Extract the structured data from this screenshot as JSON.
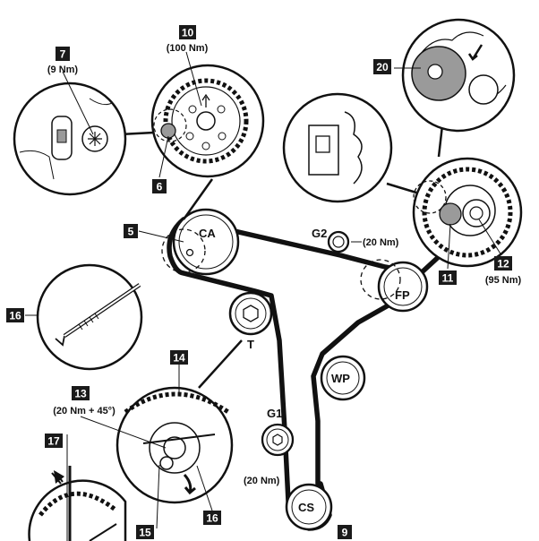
{
  "callouts": [
    {
      "id": "c7",
      "number": "7",
      "torque": "(9 Nm)"
    },
    {
      "id": "c10",
      "number": "10",
      "torque": "(100 Nm)"
    },
    {
      "id": "c20",
      "number": "20",
      "torque": ""
    },
    {
      "id": "c6",
      "number": "6",
      "torque": ""
    },
    {
      "id": "c5",
      "number": "5",
      "torque": ""
    },
    {
      "id": "c16a",
      "number": "16",
      "torque": ""
    },
    {
      "id": "c11",
      "number": "11",
      "torque": ""
    },
    {
      "id": "c12",
      "number": "12",
      "torque": "(95 Nm)"
    },
    {
      "id": "c14",
      "number": "14",
      "torque": ""
    },
    {
      "id": "c13",
      "number": "13",
      "torque": "(20 Nm + 45°)"
    },
    {
      "id": "c17",
      "number": "17",
      "torque": ""
    },
    {
      "id": "c15",
      "number": "15",
      "torque": ""
    },
    {
      "id": "c16b",
      "number": "16",
      "torque": ""
    },
    {
      "id": "c9",
      "number": "9",
      "torque": ""
    }
  ],
  "pulleys": {
    "ca": "CA",
    "fp": "FP",
    "wp": "WP",
    "cs": "CS",
    "t": "T",
    "g1": "G1",
    "g2": "G2"
  },
  "torques": {
    "g2": "(20 Nm)",
    "g1": "(20 Nm)"
  },
  "colors": {
    "ink": "#111111",
    "callout_box": "#1a1a1a",
    "highlight": "#9a9a9a",
    "background": "#ffffff"
  },
  "icons": [
    "rotation-arrow-icon",
    "alignment-arrow-icon",
    "locking-pin-icon",
    "hex-bolt-icon"
  ]
}
